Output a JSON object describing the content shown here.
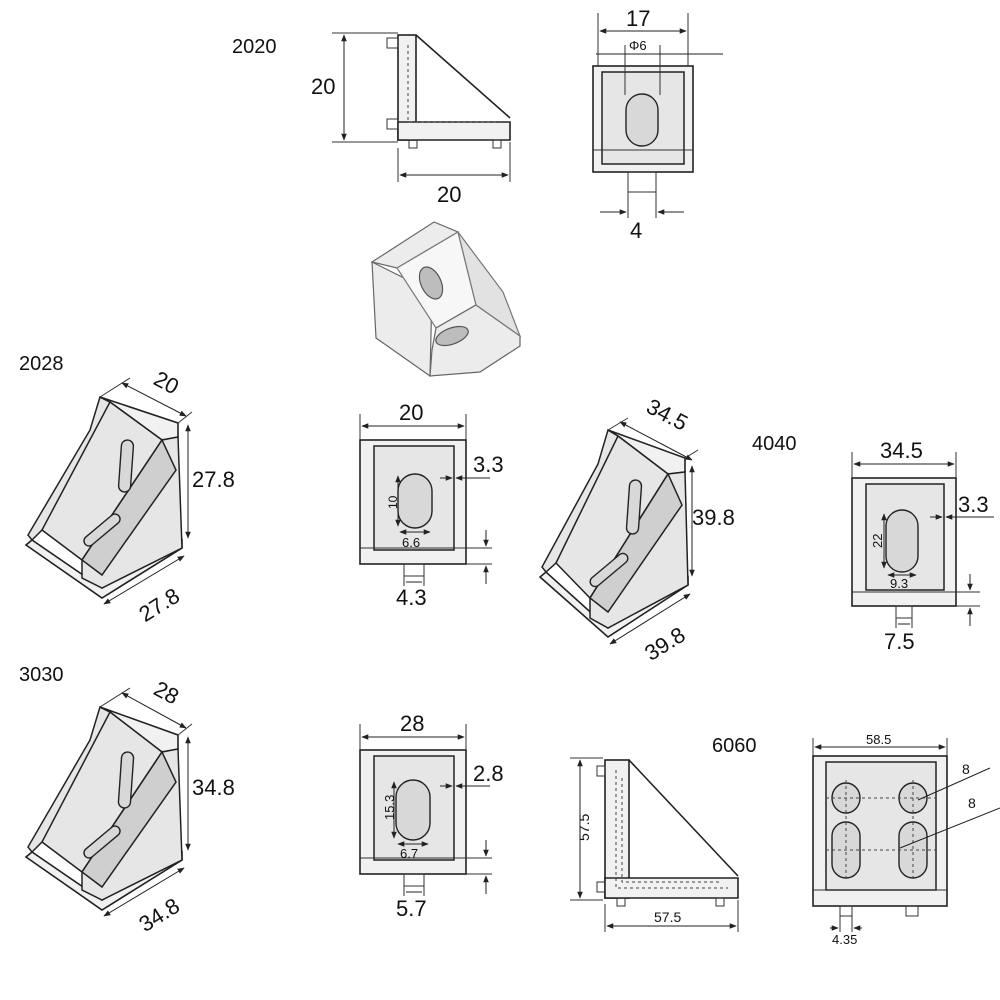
{
  "labels": {
    "s2020": "2020",
    "s2028": "2028",
    "s3030": "3030",
    "s4040": "4040",
    "s6060": "6060"
  },
  "dims": {
    "d2020_side_h": "20",
    "d2020_side_w": "20",
    "d2020_front_w": "17",
    "d2020_front_hole": "Φ6",
    "d2020_front_tab": "4",
    "d2028_iso_top": "20",
    "d2028_iso_h": "27.8",
    "d2028_iso_w": "27.8",
    "d2028_front_w": "20",
    "d2028_front_thick": "3.3",
    "d2028_front_slot_h": "10",
    "d2028_front_slot_w": "6.6",
    "d2028_front_tab": "4.3",
    "d4040_iso_top": "34.5",
    "d4040_iso_h": "39.8",
    "d4040_iso_w": "39.8",
    "d4040_front_w": "34.5",
    "d4040_front_thick": "3.3",
    "d4040_front_slot_h": "22",
    "d4040_front_slot_w": "9.3",
    "d4040_front_tab": "7.5",
    "d3030_iso_top": "28",
    "d3030_iso_h": "34.8",
    "d3030_iso_w": "34.8",
    "d3030_front_w": "28",
    "d3030_front_thick": "2.8",
    "d3030_front_slot_h": "15.3",
    "d3030_front_slot_w": "6.7",
    "d3030_front_tab": "5.7",
    "d6060_side_h": "57.5",
    "d6060_side_w": "57.5",
    "d6060_front_w": "58.5",
    "d6060_front_hole1": "8",
    "d6060_front_hole2": "8",
    "d6060_front_tab": "4.35"
  }
}
